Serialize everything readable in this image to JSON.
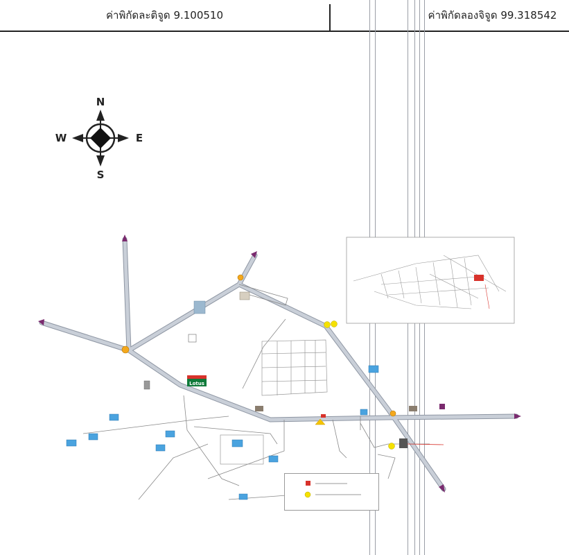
{
  "header": {
    "latitude_label": "ค่าพิกัดละติจูด 9.100510",
    "longitude_label": "ค่าพิกัดลองจิจูด 99.318542"
  },
  "compass": {
    "north": "N",
    "south": "S",
    "east": "E",
    "west": "W"
  },
  "map": {
    "store_logo_text": "Lotus",
    "colors": {
      "road": "#b7bec8",
      "road_edge": "#8e96a3",
      "arrow_head": "#7a2a6e",
      "block_icon": "#4aa3df",
      "marker_yellow": "#f5e100",
      "marker_red": "#d8322b",
      "target_text": "#d8322b"
    }
  },
  "legend": {
    "icons": [
      "red-square-icon",
      "yellow-circle-icon"
    ]
  }
}
